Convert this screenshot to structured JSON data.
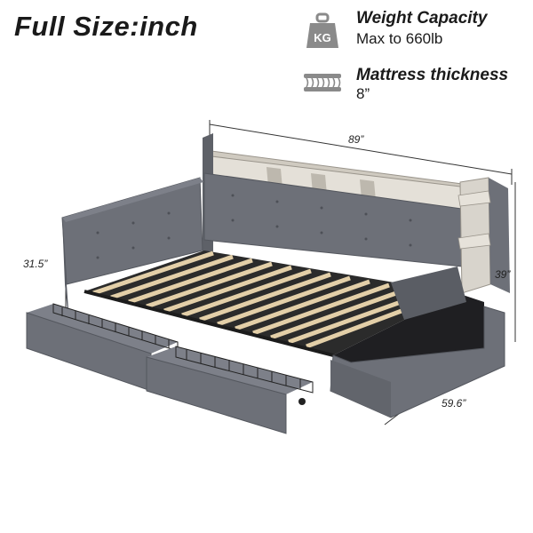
{
  "heading": "Full  Size:inch",
  "specs": {
    "weight": {
      "icon": "weight-kg-icon",
      "icon_text": "KG",
      "title": "Weight Capacity",
      "value": "Max to 660lb"
    },
    "mattress": {
      "icon": "mattress-icon",
      "title": "Mattress thickness",
      "value": "8”"
    }
  },
  "dimensions": {
    "length": "89”",
    "height_left": "31.5”",
    "height_right": "39”",
    "width": "59.6”"
  },
  "colors": {
    "upholstery": "#6d7078",
    "upholstery_dark": "#585b63",
    "slat": "#e3cfa8",
    "wood_shelf": "#d9d6cf",
    "metal": "#2a2a2a"
  }
}
